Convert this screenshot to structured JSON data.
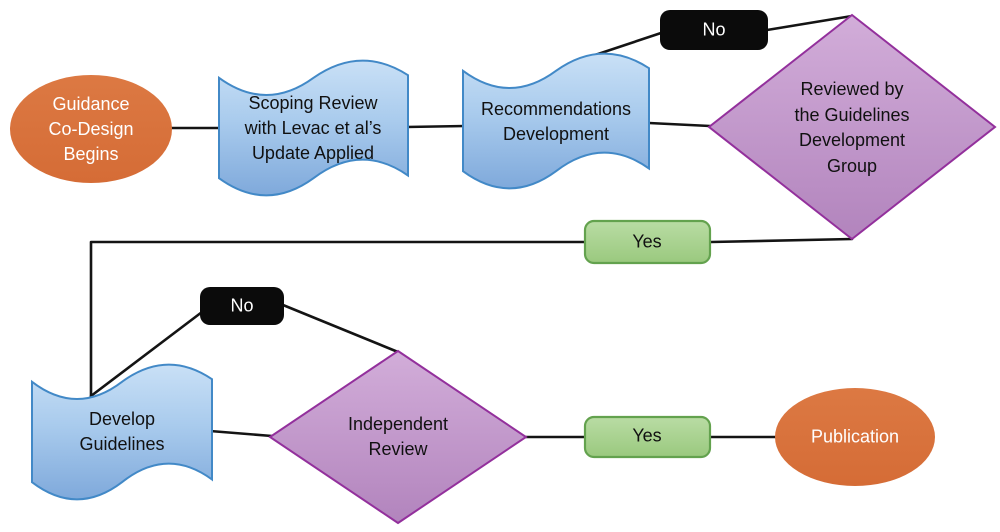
{
  "diagram": {
    "type": "flowchart",
    "background": "#ffffff",
    "colors": {
      "terminator_fill": "#D9713C",
      "terminator_text": "#ffffff",
      "process_fill_top": "#C9E0F6",
      "process_fill_bottom": "#7FA9DB",
      "process_border": "#4289C7",
      "decision_fill_top": "#D2ADD9",
      "decision_fill_bottom": "#B284BD",
      "decision_border": "#93309C",
      "yes_fill_top": "#B9DCA4",
      "yes_fill_bottom": "#9AC97E",
      "yes_border": "#63A24E",
      "no_fill": "#0b0b0b",
      "no_text": "#ffffff",
      "connector_line": "#141414"
    },
    "nodes": {
      "start": {
        "label": "Guidance\nCo-Design\nBegins",
        "shape": "ellipse"
      },
      "scoping": {
        "label": "Scoping Review\nwith Levac et al’s\nUpdate Applied",
        "shape": "wave"
      },
      "recommendations": {
        "label": "Recommendations\nDevelopment",
        "shape": "wave"
      },
      "gdgReview": {
        "label": "Reviewed by\nthe Guidelines\nDevelopment\nGroup",
        "shape": "diamond"
      },
      "noTop": {
        "label": "No",
        "shape": "rounded-rect"
      },
      "yesTop": {
        "label": "Yes",
        "shape": "rounded-rect"
      },
      "develop": {
        "label": "Develop\nGuidelines",
        "shape": "wave"
      },
      "noBottom": {
        "label": "No",
        "shape": "rounded-rect"
      },
      "independent": {
        "label": "Independent\nReview",
        "shape": "diamond"
      },
      "yesBottom": {
        "label": "Yes",
        "shape": "rounded-rect"
      },
      "publication": {
        "label": "Publication",
        "shape": "ellipse"
      }
    },
    "edges": [
      {
        "from": "start",
        "to": "scoping"
      },
      {
        "from": "scoping",
        "to": "recommendations"
      },
      {
        "from": "recommendations",
        "to": "gdgReview"
      },
      {
        "from": "gdgReview",
        "to": "recommendations",
        "via": "noTop"
      },
      {
        "from": "gdgReview",
        "to": "develop",
        "via": "yesTop"
      },
      {
        "from": "develop",
        "to": "independent"
      },
      {
        "from": "independent",
        "to": "develop",
        "via": "noBottom"
      },
      {
        "from": "independent",
        "to": "publication",
        "via": "yesBottom"
      }
    ]
  }
}
